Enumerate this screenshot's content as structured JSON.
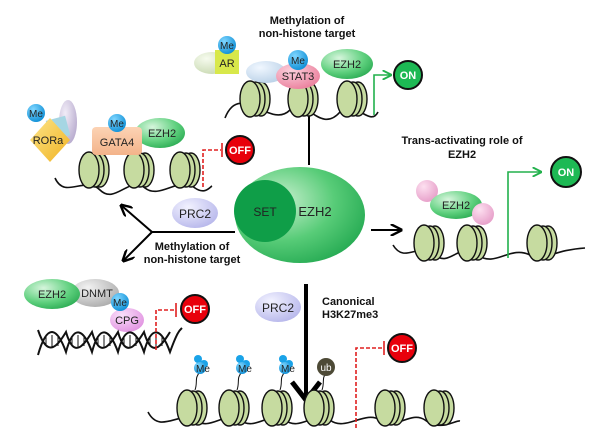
{
  "title": "EZH2 functional mechanisms",
  "center": {
    "core_label": "EZH2",
    "domain_label": "SET"
  },
  "colors": {
    "ezh2_green": "#3cc26a",
    "set_green": "#0f9e48",
    "nucleosome": "#c6dba0",
    "on_green": "#1db954",
    "off_red": "#e8000b",
    "me_blue": "#1aa3e8",
    "prc2_lavender": "#c7c7f0",
    "repress_dash": "#e02020",
    "activate_line": "#22b14c"
  },
  "panels": {
    "top": {
      "heading_line1": "Methylation of",
      "heading_line2": "non-histone target",
      "me1": "Me",
      "ar": "AR",
      "me2": "Me",
      "stat3": "STAT3",
      "ezh2": "EZH2",
      "state": "ON"
    },
    "left_top": {
      "me1": "Me",
      "rora": "RORa",
      "me2": "Me",
      "gata4": "GATA4",
      "ezh2": "EZH2",
      "state": "OFF"
    },
    "left_branch": {
      "prc2": "PRC2",
      "heading_line1": "Methylation of",
      "heading_line2": "non-histone target"
    },
    "left_bottom": {
      "ezh2": "EZH2",
      "dnmt": "DNMT",
      "me": "Me",
      "cpg": "CPG",
      "state": "OFF"
    },
    "right": {
      "heading_line1": "Trans-activating role of",
      "heading_line2": "EZH2",
      "ezh2": "EZH2",
      "state": "ON"
    },
    "bottom": {
      "prc2": "PRC2",
      "heading_line1": "Canonical",
      "heading_line2": "H3K27me3",
      "marks": [
        "Me",
        "Me",
        "Me",
        "ub"
      ],
      "state": "OFF"
    }
  }
}
